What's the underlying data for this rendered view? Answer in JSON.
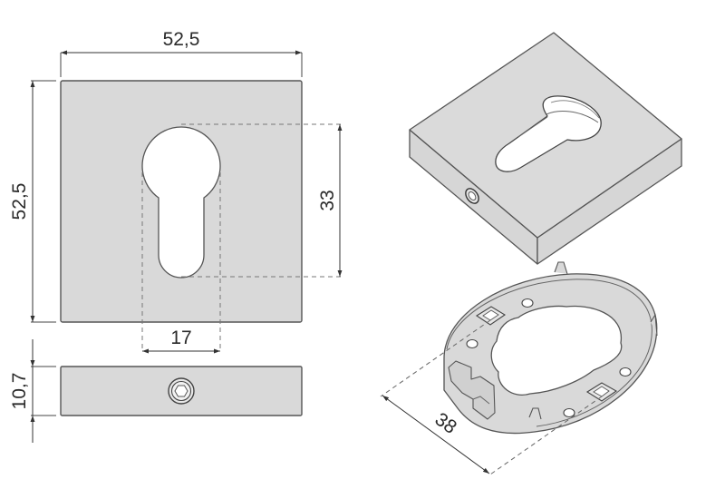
{
  "drawing": {
    "subject": "square escutcheon rosette for euro profile cylinder",
    "colors": {
      "background": "#ffffff",
      "part_fill": "#d9d9d9",
      "outline": "#555555",
      "dimension_line": "#333333",
      "hidden_line": "#777777",
      "text": "#2a2a2a"
    },
    "front_view": {
      "width_label": "52,5",
      "height_label": "52,5",
      "keyhole_height_label": "33",
      "keyhole_width_label": "17"
    },
    "side_view": {
      "thickness_label": "10,7",
      "fastener_icon": "hex-socket-screw-icon"
    },
    "isometric_plate": {
      "fastener_icon": "side-grub-screw-icon"
    },
    "mounting_ring": {
      "diameter_label": "38"
    }
  }
}
